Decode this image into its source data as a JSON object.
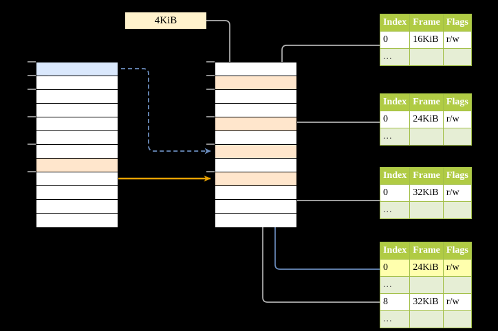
{
  "diagram": {
    "title_box": {
      "label": "4KiB"
    },
    "virtual_column": {
      "name": "virtual-memory-column",
      "rows": [
        {
          "label": "",
          "fill": "blue"
        },
        {
          "label": "",
          "fill": "white"
        },
        {
          "label": "",
          "fill": "white"
        },
        {
          "label": "",
          "fill": "white"
        },
        {
          "label": "",
          "fill": "white"
        },
        {
          "label": "",
          "fill": "white"
        },
        {
          "label": "",
          "fill": "white"
        },
        {
          "label": "",
          "fill": "peach"
        },
        {
          "label": "",
          "fill": "white"
        },
        {
          "label": "",
          "fill": "white"
        },
        {
          "label": "",
          "fill": "white"
        },
        {
          "label": "",
          "fill": "white"
        }
      ]
    },
    "physical_column": {
      "name": "physical-memory-column",
      "rows": [
        {
          "label": "",
          "fill": "white"
        },
        {
          "label": "",
          "fill": "peach"
        },
        {
          "label": "",
          "fill": "white"
        },
        {
          "label": "",
          "fill": "white"
        },
        {
          "label": "",
          "fill": "peach"
        },
        {
          "label": "",
          "fill": "white"
        },
        {
          "label": "",
          "fill": "peach"
        },
        {
          "label": "",
          "fill": "white"
        },
        {
          "label": "",
          "fill": "peach"
        },
        {
          "label": "",
          "fill": "white"
        },
        {
          "label": "",
          "fill": "white"
        },
        {
          "label": "",
          "fill": "white"
        }
      ]
    },
    "tables": [
      {
        "name": "page-table-1",
        "headers": [
          "Index",
          "Frame",
          "Flags"
        ],
        "rows": [
          {
            "cells": [
              "0",
              "16KiB",
              "r/w"
            ],
            "style": "data",
            "highlight": [
              false,
              false,
              false
            ]
          },
          {
            "cells": [
              "...",
              "",
              ""
            ],
            "style": "ellipsis",
            "highlight": [
              false,
              false,
              false
            ]
          }
        ]
      },
      {
        "name": "page-table-2",
        "headers": [
          "Index",
          "Frame",
          "Flags"
        ],
        "rows": [
          {
            "cells": [
              "0",
              "24KiB",
              "r/w"
            ],
            "style": "data",
            "highlight": [
              false,
              false,
              false
            ]
          },
          {
            "cells": [
              "...",
              "",
              ""
            ],
            "style": "ellipsis",
            "highlight": [
              false,
              false,
              false
            ]
          }
        ]
      },
      {
        "name": "page-table-3",
        "headers": [
          "Index",
          "Frame",
          "Flags"
        ],
        "rows": [
          {
            "cells": [
              "0",
              "32KiB",
              "r/w"
            ],
            "style": "data",
            "highlight": [
              false,
              false,
              false
            ]
          },
          {
            "cells": [
              "...",
              "",
              ""
            ],
            "style": "ellipsis",
            "highlight": [
              false,
              false,
              false
            ]
          }
        ]
      },
      {
        "name": "page-table-4",
        "headers": [
          "Index",
          "Frame",
          "Flags"
        ],
        "rows": [
          {
            "cells": [
              "0",
              "24KiB",
              "r/w"
            ],
            "style": "data",
            "highlight": [
              true,
              true,
              true
            ]
          },
          {
            "cells": [
              "...",
              "",
              ""
            ],
            "style": "ellipsis",
            "highlight": [
              false,
              false,
              false
            ]
          },
          {
            "cells": [
              "8",
              "32KiB",
              "r/w"
            ],
            "style": "data",
            "highlight": [
              false,
              false,
              false
            ]
          },
          {
            "cells": [
              "...",
              "",
              ""
            ],
            "style": "ellipsis",
            "highlight": [
              false,
              false,
              false
            ]
          }
        ]
      }
    ],
    "colors": {
      "blue_fill": "#dae8fc",
      "blue_stroke": "#6c8ebf",
      "peach_fill": "#ffe6cc",
      "orange_stroke": "#e8a202",
      "yellow_fill": "#fff2cc",
      "highlight_yellow": "#ffffad",
      "table_header": "#b0cb44",
      "table_border": "#a2bf47",
      "table_ellipsis": "#e6eed5",
      "wire_gray": "#b3b3b3",
      "arrow_gray": "#c8c8c8",
      "background": "#000000"
    }
  }
}
